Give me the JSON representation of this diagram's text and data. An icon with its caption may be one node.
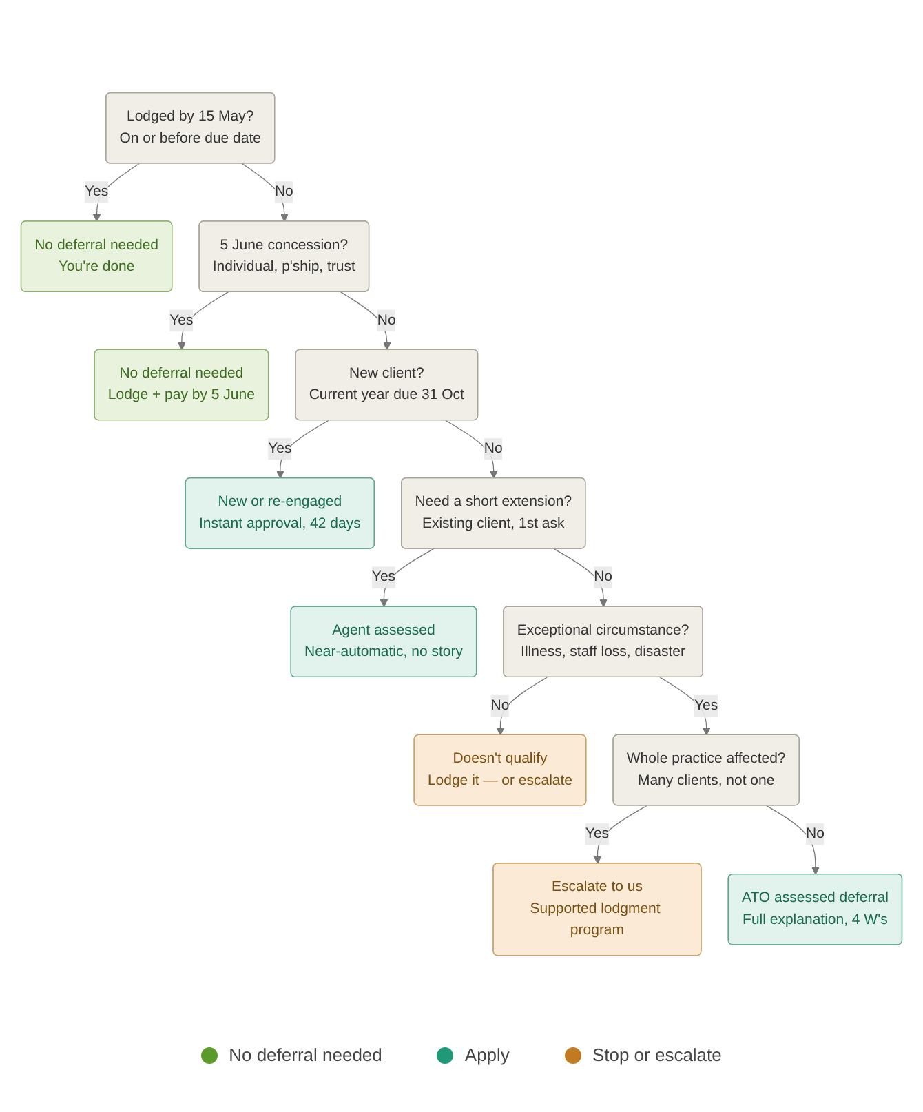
{
  "diagram": {
    "nodes": [
      {
        "text": [
          "Lodged by 15 May?",
          "On or before due date"
        ]
      },
      {
        "text": [
          "No deferral needed",
          "You're done"
        ]
      },
      {
        "text": [
          "5 June concession?",
          "Individual, p'ship, trust"
        ]
      },
      {
        "text": [
          "No deferral needed",
          "Lodge + pay by 5 June"
        ]
      },
      {
        "text": [
          "New client?",
          "Current year due 31 Oct"
        ]
      },
      {
        "text": [
          "New or re-engaged",
          "Instant approval, 42 days"
        ]
      },
      {
        "text": [
          "Need a short extension?",
          "Existing client, 1st ask"
        ]
      },
      {
        "text": [
          "Agent assessed",
          "Near-automatic, no story"
        ]
      },
      {
        "text": [
          "Exceptional circumstance?",
          "Illness, staff loss, disaster"
        ]
      },
      {
        "text": [
          "Doesn't qualify",
          "Lodge it — or escalate"
        ]
      },
      {
        "text": [
          "Whole practice affected?",
          "Many clients, not one"
        ]
      },
      {
        "text": [
          "Escalate to us",
          "Supported lodgment program"
        ]
      },
      {
        "text": [
          "ATO assessed deferral",
          "Full explanation, 4 W's"
        ]
      }
    ],
    "edges": [
      {
        "from": 0,
        "to": 1,
        "arrow": "to",
        "label": "Yes"
      },
      {
        "from": 0,
        "to": 2,
        "arrow": "to",
        "label": "No"
      },
      {
        "from": 2,
        "to": 3,
        "arrow": "to",
        "label": "Yes"
      },
      {
        "from": 2,
        "to": 4,
        "arrow": "to",
        "label": "No"
      },
      {
        "from": 4,
        "to": 5,
        "arrow": "to",
        "label": "Yes"
      },
      {
        "from": 4,
        "to": 6,
        "arrow": "to",
        "label": "No"
      },
      {
        "from": 6,
        "to": 7,
        "arrow": "to",
        "label": "Yes"
      },
      {
        "from": 6,
        "to": 8,
        "arrow": "to",
        "label": "No"
      },
      {
        "from": 8,
        "to": 9,
        "arrow": "to",
        "label": "No"
      },
      {
        "from": 8,
        "to": 10,
        "arrow": "to",
        "label": "Yes"
      },
      {
        "from": 10,
        "to": 11,
        "arrow": "to",
        "label": "Yes"
      },
      {
        "from": 10,
        "to": 12,
        "arrow": "to",
        "label": "No"
      }
    ],
    "legend": [
      {
        "text": "No deferral needed",
        "color": "#5a9a2a"
      },
      {
        "text": "Apply",
        "color": "#1f9a78"
      },
      {
        "text": "Stop or escalate",
        "color": "#c07a20"
      }
    ]
  }
}
